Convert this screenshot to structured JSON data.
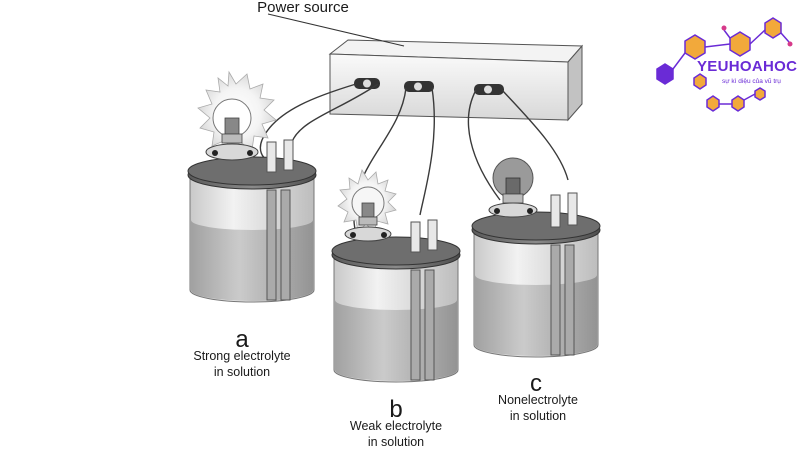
{
  "diagram": {
    "title": "Power source",
    "setups": [
      {
        "letter": "a",
        "caption_line1": "Strong electrolyte",
        "caption_line2": "in solution",
        "bulb": "bright"
      },
      {
        "letter": "b",
        "caption_line1": "Weak electrolyte",
        "caption_line2": "in solution",
        "bulb": "dim"
      },
      {
        "letter": "c",
        "caption_line1": "Nonelectrolyte",
        "caption_line2": "in solution",
        "bulb": "off"
      }
    ]
  },
  "logo": {
    "name": "YEUHOAHOC",
    "tagline": "sự kì diệu của vũ trụ",
    "colors": {
      "primary": "#6a2bd6",
      "hexagon": "#f2a93b",
      "accent": "#d63a8a"
    }
  }
}
